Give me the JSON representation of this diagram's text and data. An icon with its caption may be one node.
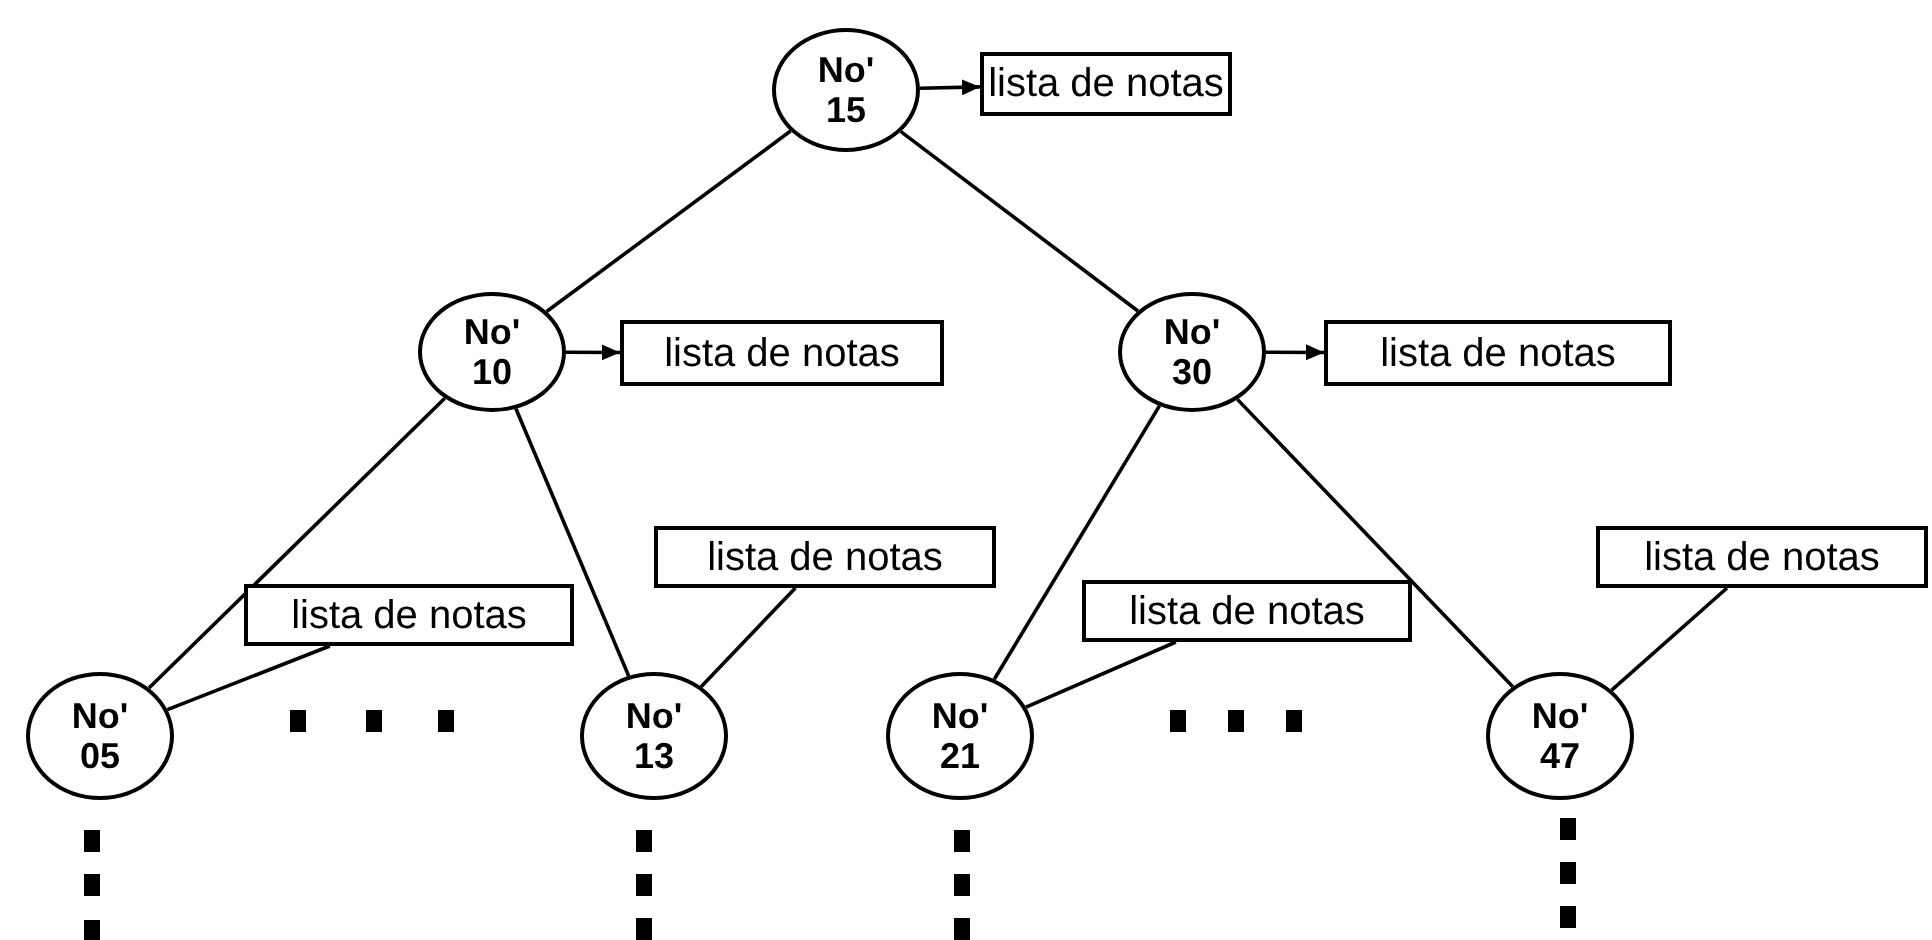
{
  "diagram": {
    "nodes": [
      {
        "text": [
          "No' 15"
        ]
      },
      {
        "text": [
          "lista de notas"
        ]
      },
      {
        "text": [
          "No' 10"
        ]
      },
      {
        "text": [
          "lista de notas"
        ]
      },
      {
        "text": [
          "No' 30"
        ]
      },
      {
        "text": [
          "lista de notas"
        ]
      },
      {
        "text": [
          "lista de notas"
        ]
      },
      {
        "text": [
          "No' 05"
        ]
      },
      {
        "text": [
          "No' 13"
        ]
      },
      {
        "text": [
          "lista de notas"
        ]
      },
      {
        "text": [
          "lista de notas"
        ]
      },
      {
        "text": [
          "No' 21"
        ]
      },
      {
        "text": [
          "No' 47"
        ]
      },
      {
        "text": [
          "lista de notas"
        ]
      }
    ],
    "edges": [
      {
        "from": 0,
        "to": 1,
        "arrow": "to"
      },
      {
        "from": 0,
        "to": 2,
        "arrow": "none"
      },
      {
        "from": 0,
        "to": 4,
        "arrow": "none"
      },
      {
        "from": 2,
        "to": 3,
        "arrow": "to"
      },
      {
        "from": 4,
        "to": 5,
        "arrow": "to"
      },
      {
        "from": 2,
        "to": 7,
        "arrow": "none"
      },
      {
        "from": 2,
        "to": 8,
        "arrow": "none"
      },
      {
        "from": 4,
        "to": 11,
        "arrow": "none"
      },
      {
        "from": 4,
        "to": 12,
        "arrow": "none"
      },
      {
        "from": 7,
        "to": 6,
        "arrow": "none"
      },
      {
        "from": 8,
        "to": 9,
        "arrow": "none"
      },
      {
        "from": 11,
        "to": 10,
        "arrow": "none"
      },
      {
        "from": 12,
        "to": 13,
        "arrow": "none"
      }
    ]
  }
}
